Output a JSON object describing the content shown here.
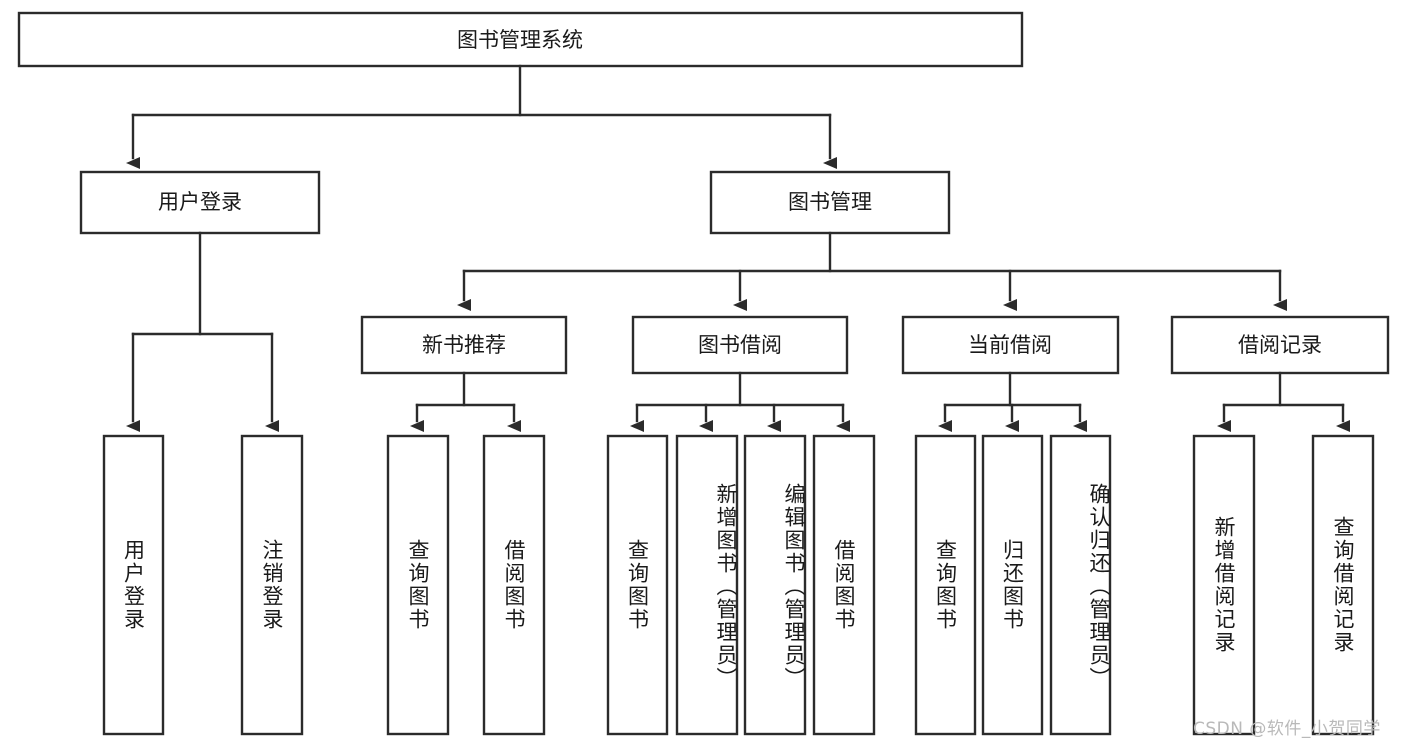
{
  "diagram": {
    "type": "tree-hierarchy-diagram",
    "title": "图书管理系统",
    "watermark": "CSDN @软件_小贺同学",
    "colors": {
      "box_stroke": "#2b2b2b",
      "box_fill": "#ffffff",
      "text": "#1a1a1a",
      "background": "#ffffff",
      "watermark": "#b9b9b9"
    },
    "levels": {
      "root": {
        "label": "图书管理系统"
      },
      "level1": [
        {
          "label": "用户登录"
        },
        {
          "label": "图书管理"
        }
      ],
      "level2": [
        {
          "label": "新书推荐"
        },
        {
          "label": "图书借阅"
        },
        {
          "label": "当前借阅"
        },
        {
          "label": "借阅记录"
        }
      ],
      "leaves": [
        {
          "label": "用户登录",
          "parent": "用户登录"
        },
        {
          "label": "注销登录",
          "parent": "用户登录"
        },
        {
          "label": "查询图书",
          "parent": "新书推荐"
        },
        {
          "label": "借阅图书",
          "parent": "新书推荐"
        },
        {
          "label": "查询图书",
          "parent": "图书借阅"
        },
        {
          "label": "新增图书（管理员）",
          "parent": "图书借阅"
        },
        {
          "label": "编辑图书（管理员）",
          "parent": "图书借阅"
        },
        {
          "label": "借阅图书",
          "parent": "图书借阅"
        },
        {
          "label": "查询图书",
          "parent": "当前借阅"
        },
        {
          "label": "归还图书",
          "parent": "当前借阅"
        },
        {
          "label": "确认归还（管理员）",
          "parent": "当前借阅"
        },
        {
          "label": "新增借阅记录",
          "parent": "借阅记录"
        },
        {
          "label": "查询借阅记录",
          "parent": "借阅记录"
        }
      ]
    }
  }
}
